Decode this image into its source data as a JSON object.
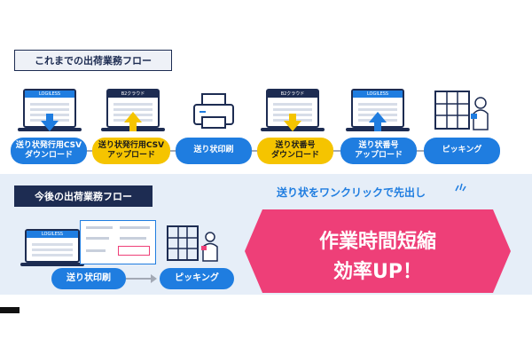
{
  "sections": {
    "current_title": "これまでの出荷業務フロー",
    "future_title": "今後の出荷業務フロー"
  },
  "current_flow": [
    {
      "label": "送り状発行用CSV\nダウンロード",
      "color": "blue"
    },
    {
      "label": "送り状発行用CSV\nアップロード",
      "color": "yellow"
    },
    {
      "label": "送り状印刷",
      "color": "blue"
    },
    {
      "label": "送り状番号\nダウンロード",
      "color": "yellow"
    },
    {
      "label": "送り状番号\nアップロード",
      "color": "blue"
    },
    {
      "label": "ピッキング",
      "color": "blue"
    }
  ],
  "screen_labels": {
    "logiless": "LOGILESS",
    "b2": "B2クラウド"
  },
  "future_flow": [
    {
      "label": "送り状印刷",
      "color": "blue"
    },
    {
      "label": "ピッキング",
      "color": "blue"
    }
  ],
  "callout": "送り状をワンクリックで先出し",
  "result_banner": {
    "line1": "作業時間短縮",
    "line2": "効率UP！"
  },
  "colors": {
    "blue": "#1f7de0",
    "yellow": "#f5c400",
    "navy": "#1d2c52",
    "pink": "#ee3f78",
    "light_bg": "#e6eef8"
  }
}
